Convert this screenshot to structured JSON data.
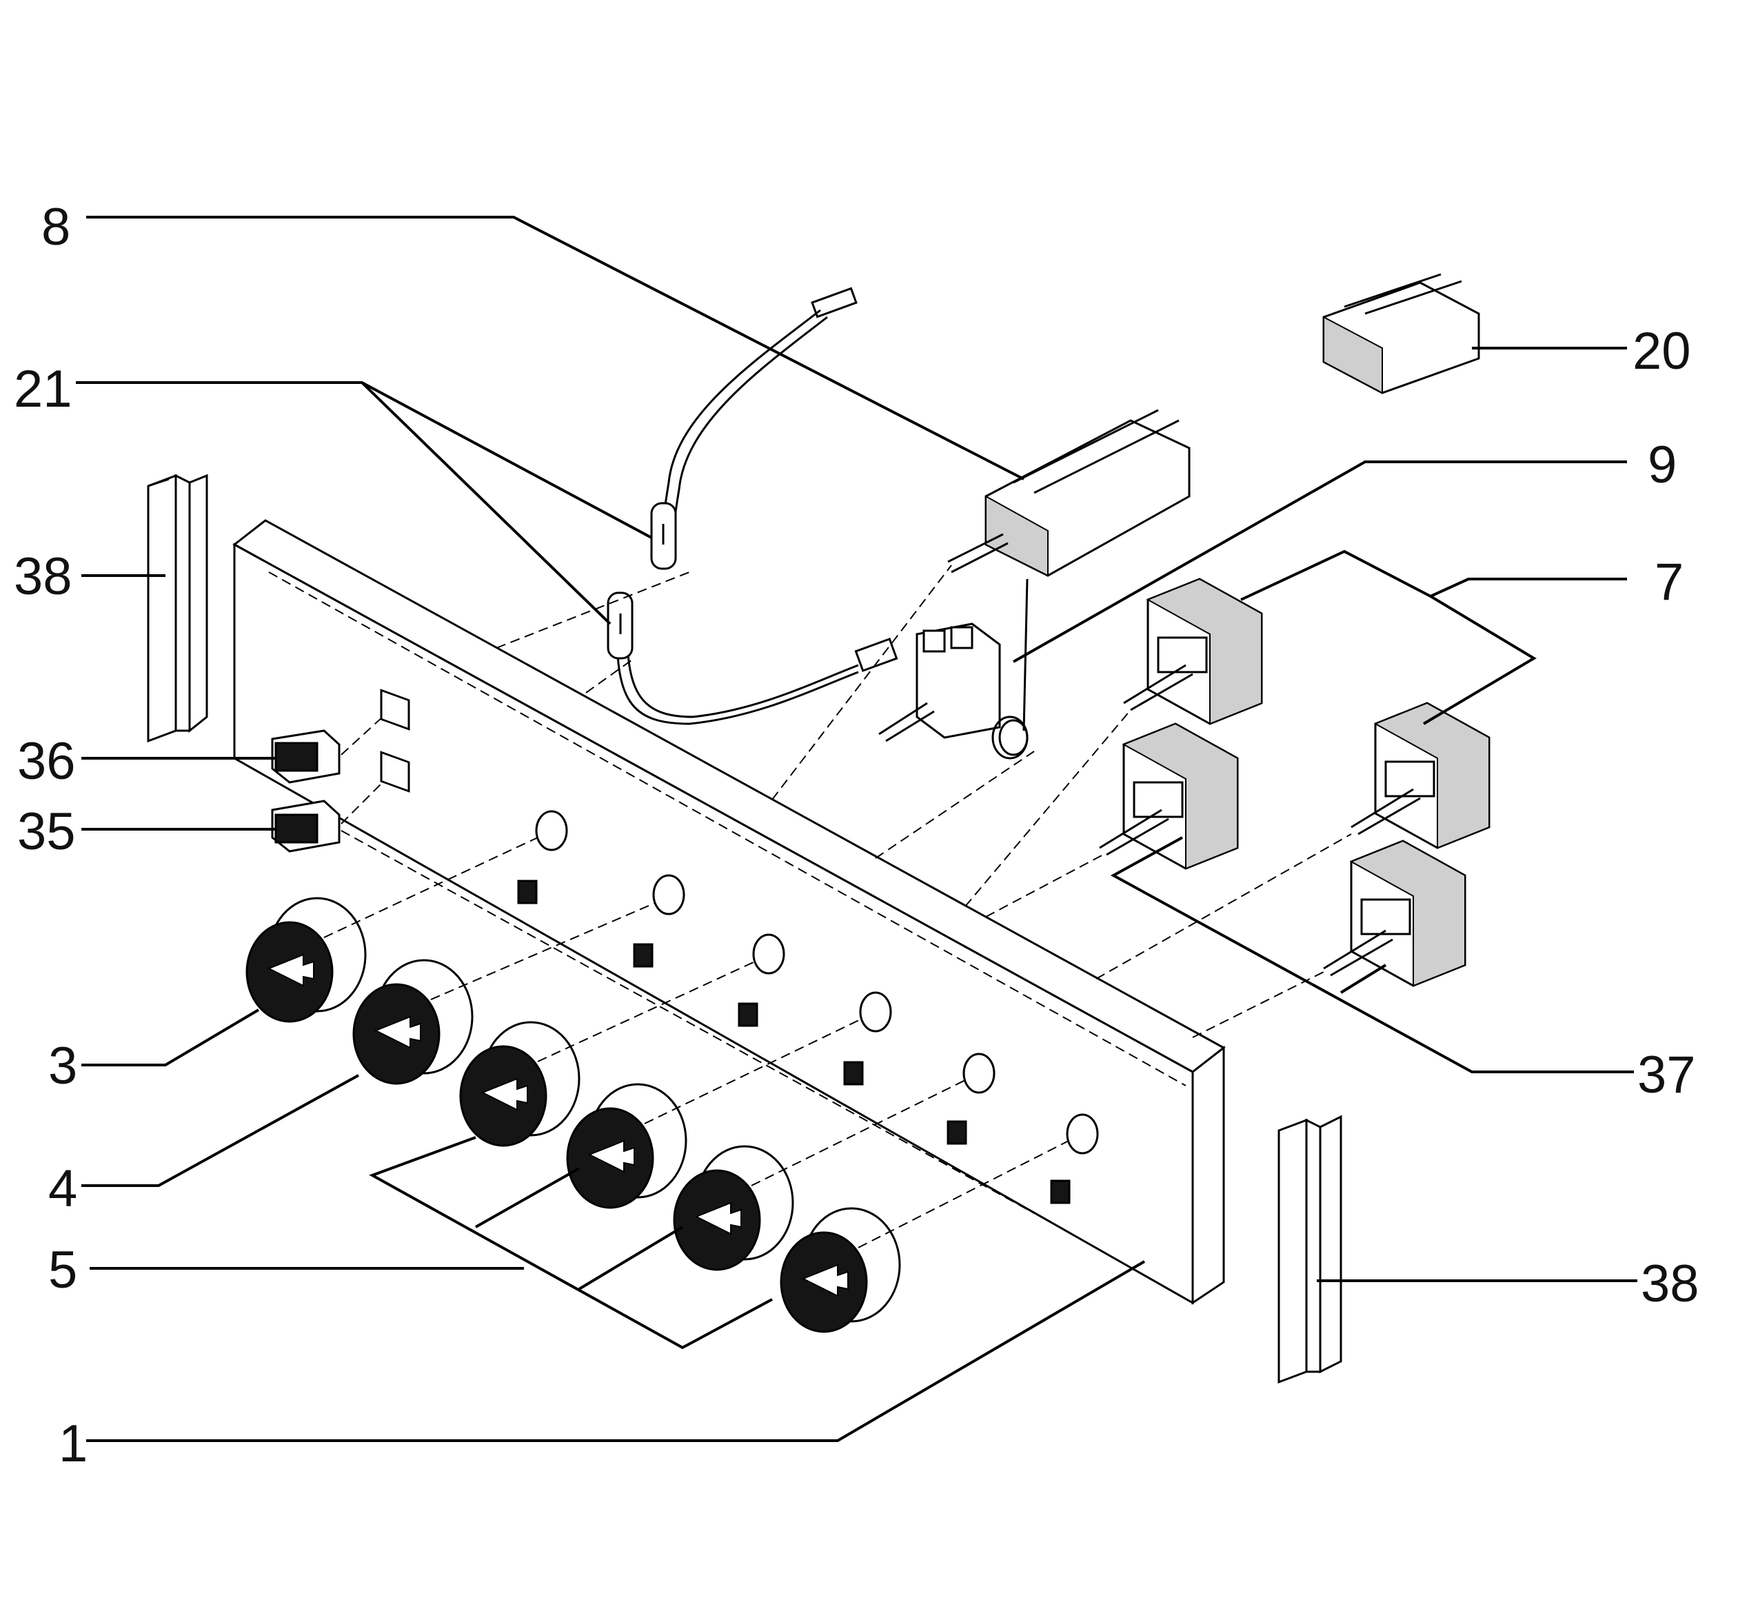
{
  "diagram": {
    "labels": [
      {
        "id": "8",
        "text": "8"
      },
      {
        "id": "21",
        "text": "21"
      },
      {
        "id": "38a",
        "text": "38"
      },
      {
        "id": "36",
        "text": "36"
      },
      {
        "id": "35",
        "text": "35"
      },
      {
        "id": "3",
        "text": "3"
      },
      {
        "id": "4",
        "text": "4"
      },
      {
        "id": "5",
        "text": "5"
      },
      {
        "id": "1",
        "text": "1"
      },
      {
        "id": "20",
        "text": "20"
      },
      {
        "id": "9",
        "text": "9"
      },
      {
        "id": "7",
        "text": "7"
      },
      {
        "id": "37",
        "text": "37"
      },
      {
        "id": "38b",
        "text": "38"
      }
    ]
  }
}
